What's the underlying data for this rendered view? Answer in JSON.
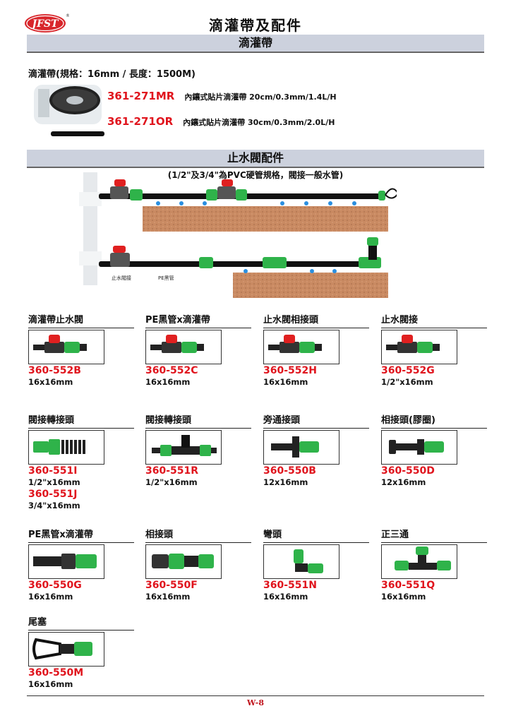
{
  "header": {
    "logo_text": "JFST",
    "title": "滴灌帶及配件"
  },
  "section1": {
    "banner": "滴灌帶",
    "spec_title": "滴灌帶(規格：16mm / 長度：1500M)",
    "items": [
      {
        "code": "361-271MR",
        "desc": "內鑲式貼片滴灌帶 20cm/0.3mm/1.4L/H"
      },
      {
        "code": "361-271OR",
        "desc": "內鑲式貼片滴灌帶 30cm/0.3mm/2.0L/H"
      }
    ]
  },
  "section2": {
    "banner_main": "止水閥配件",
    "banner_sub": "(1/2\"及3/4\"為PVC硬管規格，閥接一般水管)",
    "diagram_labels": {
      "valve": "止水閥接",
      "pipe": "PE黑管"
    }
  },
  "products": [
    {
      "title": "滴灌帶止水閥",
      "codes": [
        {
          "code": "360-552B",
          "size": "16x16mm"
        }
      ],
      "icon": "valve-icon"
    },
    {
      "title": "PE黑管x滴灌帶",
      "codes": [
        {
          "code": "360-552C",
          "size": "16x16mm"
        }
      ],
      "icon": "valve-icon"
    },
    {
      "title": "止水閥相接頭",
      "codes": [
        {
          "code": "360-552H",
          "size": "16x16mm"
        }
      ],
      "icon": "valve-icon"
    },
    {
      "title": "止水閥接",
      "codes": [
        {
          "code": "360-552G",
          "size": "1/2\"x16mm"
        }
      ],
      "icon": "valve-icon"
    },
    {
      "title": "閥接轉接頭",
      "codes": [
        {
          "code": "360-551I",
          "size": "1/2\"x16mm"
        },
        {
          "code": "360-551J",
          "size": "3/4\"x16mm"
        }
      ],
      "icon": "threaded-adapter-icon"
    },
    {
      "title": "閥接轉接頭",
      "codes": [
        {
          "code": "360-551R",
          "size": "1/2\"x16mm"
        }
      ],
      "icon": "tee-adapter-icon"
    },
    {
      "title": "旁通接頭",
      "codes": [
        {
          "code": "360-550B",
          "size": "12x16mm"
        }
      ],
      "icon": "bypass-connector-icon"
    },
    {
      "title": "相接頭(膠圈)",
      "codes": [
        {
          "code": "360-550D",
          "size": "12x16mm"
        }
      ],
      "icon": "grommet-connector-icon"
    },
    {
      "title": "PE黑管x滴灌帶",
      "codes": [
        {
          "code": "360-550G",
          "size": "16x16mm"
        }
      ],
      "icon": "barbed-connector-icon"
    },
    {
      "title": "相接頭",
      "codes": [
        {
          "code": "360-550F",
          "size": "16x16mm"
        }
      ],
      "icon": "straight-connector-icon"
    },
    {
      "title": "彎頭",
      "codes": [
        {
          "code": "360-551N",
          "size": "16x16mm"
        }
      ],
      "icon": "elbow-icon"
    },
    {
      "title": "正三通",
      "codes": [
        {
          "code": "360-551Q",
          "size": "16x16mm"
        }
      ],
      "icon": "tee-icon"
    },
    {
      "title": "尾塞",
      "codes": [
        {
          "code": "360-550M",
          "size": "16x16mm"
        }
      ],
      "icon": "end-plug-icon"
    }
  ],
  "footer": {
    "page": "W-8"
  },
  "colors": {
    "red": "#e0141d",
    "green": "#2fb34a",
    "banner": "#ccd1dd"
  }
}
